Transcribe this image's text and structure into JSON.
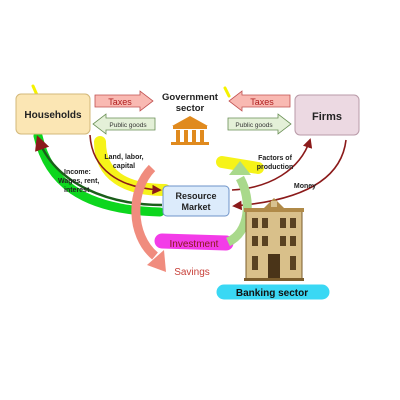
{
  "nodes": {
    "households": "Households",
    "firms": "Firms",
    "government": [
      "Government",
      "sector"
    ],
    "resource_market": [
      "Resource",
      "Market"
    ],
    "banking_sector": "Banking sector"
  },
  "arrows": {
    "taxes_left": "Taxes",
    "taxes_right": "Taxes",
    "public_goods_left": "Public goods",
    "public_goods_right": "Public goods"
  },
  "flows": {
    "land_labor_capital": [
      "Land, labor,",
      "capital"
    ],
    "income": [
      "Income:",
      "Wages, rent,",
      "interest"
    ],
    "factors_of_production": [
      "Factors of",
      "production"
    ],
    "money": "Money",
    "investment": "Investment",
    "savings": "Savings"
  },
  "colors": {
    "households_fill": "#fbe6b4",
    "firms_fill": "#ecd9e2",
    "resource_fill": "#dcebfb",
    "taxes_arrow": "#f9b9b2",
    "public_goods_arrow": "#e4f0d8",
    "highlight_yellow": "#f5f200",
    "highlight_green": "#00d412",
    "highlight_magenta": "#f227e5",
    "highlight_cyan": "#25d4f3",
    "flow_maroon": "#8b1a1a",
    "savings_fill": "#f08c7e",
    "investment_fill": "#79c36a",
    "green_flow": "#a9d98b",
    "text_red": "#c8413a"
  },
  "icons": [
    "government-building-icon",
    "bank-building-icon"
  ]
}
